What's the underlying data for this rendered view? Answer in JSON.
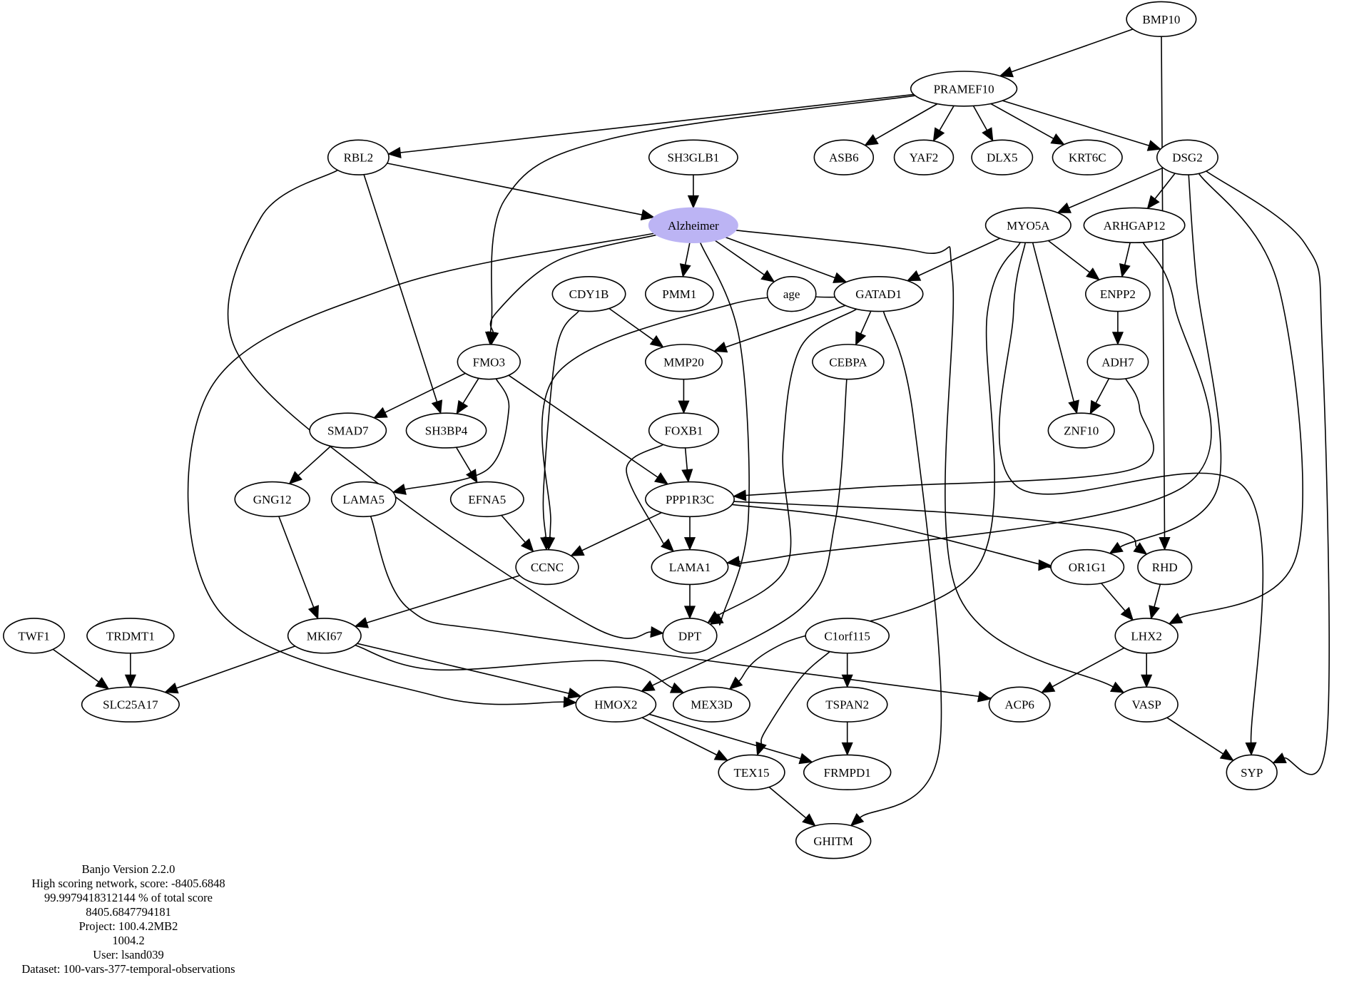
{
  "diagram": {
    "highlight_color": "#bcb4f4",
    "nodes": [
      {
        "id": "BMP10",
        "label": "BMP10"
      },
      {
        "id": "PRAMEF10",
        "label": "PRAMEF10"
      },
      {
        "id": "RBL2",
        "label": "RBL2"
      },
      {
        "id": "SH3GLB1",
        "label": "SH3GLB1"
      },
      {
        "id": "ASB6",
        "label": "ASB6"
      },
      {
        "id": "YAF2",
        "label": "YAF2"
      },
      {
        "id": "DLX5",
        "label": "DLX5"
      },
      {
        "id": "KRT6C",
        "label": "KRT6C"
      },
      {
        "id": "DSG2",
        "label": "DSG2"
      },
      {
        "id": "Alzheimer",
        "label": "Alzheimer",
        "highlight": true
      },
      {
        "id": "MYO5A",
        "label": "MYO5A"
      },
      {
        "id": "ARHGAP12",
        "label": "ARHGAP12"
      },
      {
        "id": "CDY1B",
        "label": "CDY1B"
      },
      {
        "id": "PMM1",
        "label": "PMM1"
      },
      {
        "id": "age",
        "label": "age"
      },
      {
        "id": "GATAD1",
        "label": "GATAD1"
      },
      {
        "id": "ENPP2",
        "label": "ENPP2"
      },
      {
        "id": "FMO3",
        "label": "FMO3"
      },
      {
        "id": "MMP20",
        "label": "MMP20"
      },
      {
        "id": "CEBPA",
        "label": "CEBPA"
      },
      {
        "id": "ADH7",
        "label": "ADH7"
      },
      {
        "id": "SMAD7",
        "label": "SMAD7"
      },
      {
        "id": "SH3BP4",
        "label": "SH3BP4"
      },
      {
        "id": "FOXB1",
        "label": "FOXB1"
      },
      {
        "id": "ZNF10",
        "label": "ZNF10"
      },
      {
        "id": "GNG12",
        "label": "GNG12"
      },
      {
        "id": "LAMA5",
        "label": "LAMA5"
      },
      {
        "id": "EFNA5",
        "label": "EFNA5"
      },
      {
        "id": "PPP1R3C",
        "label": "PPP1R3C"
      },
      {
        "id": "CCNC",
        "label": "CCNC"
      },
      {
        "id": "LAMA1",
        "label": "LAMA1"
      },
      {
        "id": "OR1G1",
        "label": "OR1G1"
      },
      {
        "id": "RHD",
        "label": "RHD"
      },
      {
        "id": "TWF1",
        "label": "TWF1"
      },
      {
        "id": "TRDMT1",
        "label": "TRDMT1"
      },
      {
        "id": "MKI67",
        "label": "MKI67"
      },
      {
        "id": "DPT",
        "label": "DPT"
      },
      {
        "id": "C1orf115",
        "label": "C1orf115"
      },
      {
        "id": "LHX2",
        "label": "LHX2"
      },
      {
        "id": "SLC25A17",
        "label": "SLC25A17"
      },
      {
        "id": "HMOX2",
        "label": "HMOX2"
      },
      {
        "id": "MEX3D",
        "label": "MEX3D"
      },
      {
        "id": "TSPAN2",
        "label": "TSPAN2"
      },
      {
        "id": "ACP6",
        "label": "ACP6"
      },
      {
        "id": "VASP",
        "label": "VASP"
      },
      {
        "id": "TEX15",
        "label": "TEX15"
      },
      {
        "id": "FRMPD1",
        "label": "FRMPD1"
      },
      {
        "id": "SYP",
        "label": "SYP"
      },
      {
        "id": "GHITM",
        "label": "GHITM"
      }
    ],
    "edges": [
      [
        "BMP10",
        "PRAMEF10"
      ],
      [
        "BMP10",
        "RHD"
      ],
      [
        "PRAMEF10",
        "RBL2"
      ],
      [
        "PRAMEF10",
        "FMO3"
      ],
      [
        "PRAMEF10",
        "ASB6"
      ],
      [
        "PRAMEF10",
        "YAF2"
      ],
      [
        "PRAMEF10",
        "DLX5"
      ],
      [
        "PRAMEF10",
        "KRT6C"
      ],
      [
        "PRAMEF10",
        "DSG2"
      ],
      [
        "RBL2",
        "Alzheimer"
      ],
      [
        "RBL2",
        "SH3BP4"
      ],
      [
        "RBL2",
        "DPT"
      ],
      [
        "SH3GLB1",
        "Alzheimer"
      ],
      [
        "DSG2",
        "MYO5A"
      ],
      [
        "DSG2",
        "ARHGAP12"
      ],
      [
        "DSG2",
        "OR1G1"
      ],
      [
        "DSG2",
        "LHX2"
      ],
      [
        "DSG2",
        "SYP"
      ],
      [
        "Alzheimer",
        "FMO3"
      ],
      [
        "Alzheimer",
        "PMM1"
      ],
      [
        "Alzheimer",
        "age"
      ],
      [
        "Alzheimer",
        "GATAD1"
      ],
      [
        "Alzheimer",
        "DPT"
      ],
      [
        "Alzheimer",
        "HMOX2"
      ],
      [
        "Alzheimer",
        "VASP"
      ],
      [
        "MYO5A",
        "GATAD1"
      ],
      [
        "MYO5A",
        "ENPP2"
      ],
      [
        "MYO5A",
        "ZNF10"
      ],
      [
        "MYO5A",
        "MEX3D"
      ],
      [
        "MYO5A",
        "SYP"
      ],
      [
        "ARHGAP12",
        "ENPP2"
      ],
      [
        "ARHGAP12",
        "LAMA1"
      ],
      [
        "CDY1B",
        "MMP20"
      ],
      [
        "CDY1B",
        "CCNC"
      ],
      [
        "GATAD1",
        "MMP20"
      ],
      [
        "GATAD1",
        "CEBPA"
      ],
      [
        "GATAD1",
        "CCNC"
      ],
      [
        "GATAD1",
        "DPT"
      ],
      [
        "GATAD1",
        "GHITM"
      ],
      [
        "ENPP2",
        "ADH7"
      ],
      [
        "FMO3",
        "SMAD7"
      ],
      [
        "FMO3",
        "SH3BP4"
      ],
      [
        "FMO3",
        "LAMA5"
      ],
      [
        "FMO3",
        "PPP1R3C"
      ],
      [
        "MMP20",
        "FOXB1"
      ],
      [
        "CEBPA",
        "HMOX2"
      ],
      [
        "ADH7",
        "ZNF10"
      ],
      [
        "ADH7",
        "PPP1R3C"
      ],
      [
        "SMAD7",
        "GNG12"
      ],
      [
        "SH3BP4",
        "EFNA5"
      ],
      [
        "FOXB1",
        "PPP1R3C"
      ],
      [
        "FOXB1",
        "LAMA1"
      ],
      [
        "GNG12",
        "MKI67"
      ],
      [
        "LAMA5",
        "ACP6"
      ],
      [
        "EFNA5",
        "CCNC"
      ],
      [
        "PPP1R3C",
        "CCNC"
      ],
      [
        "PPP1R3C",
        "LAMA1"
      ],
      [
        "PPP1R3C",
        "OR1G1"
      ],
      [
        "PPP1R3C",
        "RHD"
      ],
      [
        "CCNC",
        "MKI67"
      ],
      [
        "LAMA1",
        "DPT"
      ],
      [
        "OR1G1",
        "LHX2"
      ],
      [
        "RHD",
        "LHX2"
      ],
      [
        "TWF1",
        "SLC25A17"
      ],
      [
        "TRDMT1",
        "SLC25A17"
      ],
      [
        "MKI67",
        "SLC25A17"
      ],
      [
        "MKI67",
        "HMOX2"
      ],
      [
        "MKI67",
        "MEX3D"
      ],
      [
        "C1orf115",
        "TSPAN2"
      ],
      [
        "C1orf115",
        "TEX15"
      ],
      [
        "LHX2",
        "ACP6"
      ],
      [
        "LHX2",
        "VASP"
      ],
      [
        "HMOX2",
        "TEX15"
      ],
      [
        "HMOX2",
        "FRMPD1"
      ],
      [
        "TSPAN2",
        "FRMPD1"
      ],
      [
        "VASP",
        "SYP"
      ],
      [
        "TEX15",
        "GHITM"
      ]
    ]
  },
  "caption": {
    "lines": [
      "Banjo Version 2.2.0",
      "High scoring network, score: -8405.6848",
      "99.9979418312144 % of total score",
      "8405.6847794181",
      "Project: 100.4.2MB2",
      "1004.2",
      "User: lsand039",
      "Dataset: 100-vars-377-temporal-observations"
    ]
  }
}
